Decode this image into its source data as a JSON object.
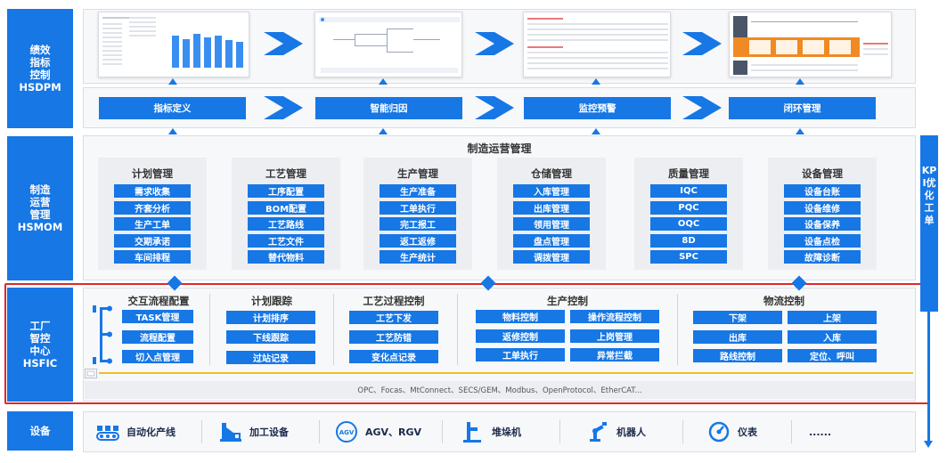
{
  "colors": {
    "primary": "#1677e5",
    "panel": "#f7f8fa",
    "highlight_border": "#e02828",
    "yellow_line": "#f0c020"
  },
  "layers": {
    "hsdpm": "绩效\n指标\n控制\nHSDPM",
    "hsmom": "制造\n运营\n管理\nHSMOM",
    "hsfic": "工厂\n智控\n中心\nHSFIC",
    "devices": "设备"
  },
  "hsdpm_steps": [
    "指标定义",
    "智能归因",
    "监控预警",
    "闭环管理"
  ],
  "mom": {
    "title": "制造运营管理",
    "modules": [
      {
        "title": "计划管理",
        "items": [
          "需求收集",
          "齐套分析",
          "生产工单",
          "交期承诺",
          "车间排程"
        ]
      },
      {
        "title": "工艺管理",
        "items": [
          "工序配置",
          "BOM配置",
          "工艺路线",
          "工艺文件",
          "替代物料"
        ]
      },
      {
        "title": "生产管理",
        "items": [
          "生产准备",
          "工单执行",
          "完工报工",
          "返工返修",
          "生产统计"
        ]
      },
      {
        "title": "仓储管理",
        "items": [
          "入库管理",
          "出库管理",
          "领用管理",
          "盘点管理",
          "调拨管理"
        ]
      },
      {
        "title": "质量管理",
        "items": [
          "IQC",
          "PQC",
          "OQC",
          "8D",
          "SPC"
        ]
      },
      {
        "title": "设备管理",
        "items": [
          "设备台账",
          "设备维修",
          "设备保养",
          "设备点检",
          "故障诊断"
        ]
      }
    ]
  },
  "fic": {
    "interaction": {
      "title": "交互流程配置",
      "items": [
        "TASK管理",
        "流程配置",
        "切入点管理"
      ]
    },
    "tracking": {
      "title": "计划跟踪",
      "items": [
        "计划排序",
        "下线跟踪",
        "过站记录"
      ]
    },
    "process": {
      "title": "工艺过程控制",
      "items": [
        "工艺下发",
        "工艺防错",
        "变化点记录"
      ]
    },
    "production": {
      "title": "生产控制",
      "items": [
        "物料控制",
        "操作流程控制",
        "返修控制",
        "上岗管理",
        "工单执行",
        "异常拦截"
      ]
    },
    "logistics": {
      "title": "物流控制",
      "items": [
        "下架",
        "上架",
        "出库",
        "入库",
        "路线控制",
        "定位、呼叫"
      ]
    },
    "protocols": "OPC、Focas、MtConnect、SECS/GEM、Modbus、OpenProtocol、EtherCAT..."
  },
  "devices": [
    {
      "icon": "conveyor-icon",
      "label": "自动化产线"
    },
    {
      "icon": "machining-icon",
      "label": "加工设备"
    },
    {
      "icon": "agv-icon",
      "label": "AGV、RGV"
    },
    {
      "icon": "stacker-icon",
      "label": "堆垛机"
    },
    {
      "icon": "robot-arm-icon",
      "label": "机器人"
    },
    {
      "icon": "gauge-icon",
      "label": "仪表"
    },
    {
      "icon": "",
      "label": "......"
    }
  ],
  "kpi_label": "KPI优化工单"
}
